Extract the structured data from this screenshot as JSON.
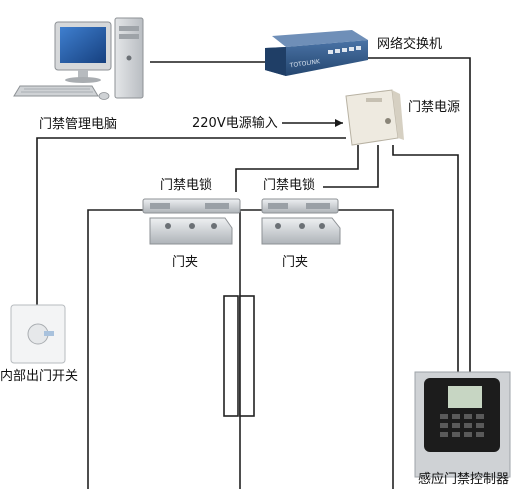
{
  "labels": {
    "network_switch": "网络交换机",
    "management_pc": "门禁管理电脑",
    "power_input": "220V电源输入",
    "access_power": "门禁电源",
    "lock_left": "门禁电锁",
    "lock_right": "门禁电锁",
    "clamp_left": "门夹",
    "clamp_right": "门夹",
    "exit_switch": "内部出门开关",
    "controller": "感应门禁控制器"
  },
  "devices": {
    "switch_brand": "TOTOLINK"
  },
  "colors": {
    "wire": "#1a1a1a",
    "door_line": "#222222",
    "monitor_frame": "#d6d8da",
    "screen": "#1e4f9a",
    "switch_body": "#2d5586",
    "power_box": "#eeeae0",
    "lock_metal": "#c9ccd0",
    "controller_body": "#1c1c1c"
  }
}
